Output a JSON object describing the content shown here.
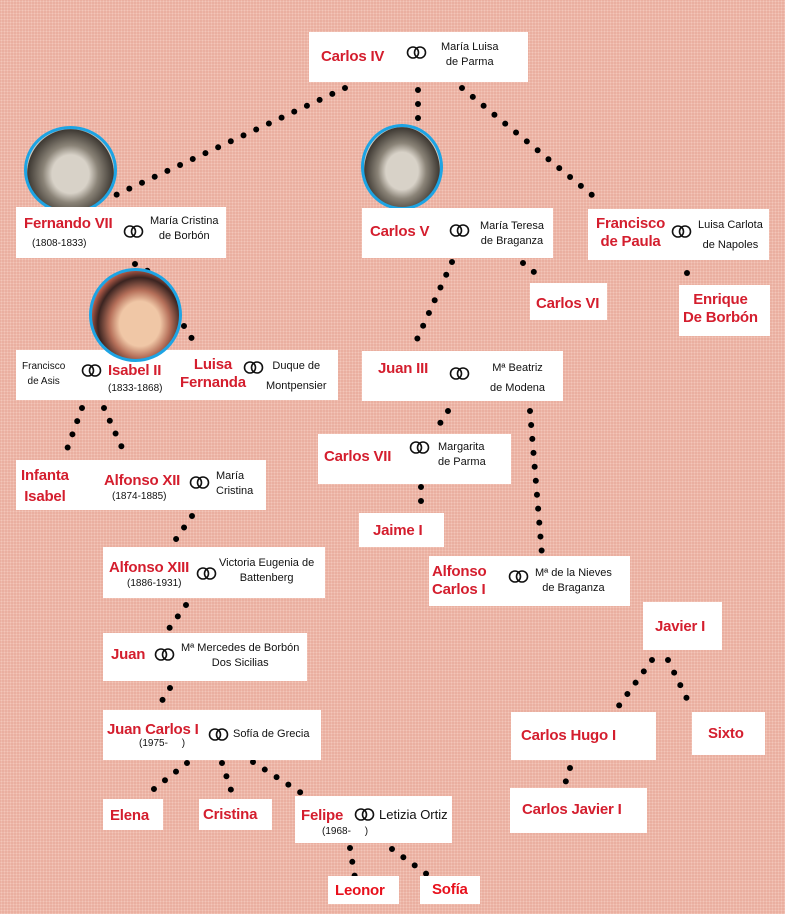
{
  "colors": {
    "name": "#d41e2e",
    "background": "#e9ad9e",
    "portrait_border": "#1da4e4"
  },
  "icon": "wedding-rings-icon",
  "carlos_iv": {
    "name": "Carlos IV",
    "spouse1": "María Luisa",
    "spouse2": "de Parma"
  },
  "fernando_vii": {
    "name": "Fernando VII",
    "dates": "(1808-1833)",
    "spouse1": "María Cristina",
    "spouse2": "de Borbón"
  },
  "carlos_v": {
    "name": "Carlos V",
    "spouse1": "María Teresa",
    "spouse2": "de Braganza"
  },
  "francisco_paula": {
    "name1": "Francisco",
    "name2": "de Paula",
    "spouse1": "Luisa Carlota",
    "spouse2": "de Napoles"
  },
  "carlos_vi": {
    "name": "Carlos VI"
  },
  "enrique": {
    "name1": "Enrique",
    "name2": "De Borbón"
  },
  "isabel_ii": {
    "spouse1": "Francisco",
    "spouse2": "de Asis",
    "name": "Isabel II",
    "dates": "(1833-1868)"
  },
  "luisa_fernanda": {
    "name1": "Luisa",
    "name2": "Fernanda",
    "spouse1": "Duque de",
    "spouse2": "Montpensier"
  },
  "juan_iii": {
    "name": "Juan III",
    "spouse1": "Mª Beatriz",
    "spouse2": "de Modena"
  },
  "carlos_vii": {
    "name": "Carlos VII",
    "spouse1": "Margarita",
    "spouse2": "de Parma"
  },
  "infanta_isabel": {
    "name1": "Infanta",
    "name2": "Isabel"
  },
  "alfonso_xii": {
    "name": "Alfonso XII",
    "dates": "(1874-1885)",
    "spouse1": "María",
    "spouse2": "Cristina"
  },
  "jaime_i": {
    "name": "Jaime I"
  },
  "alfonso_xiii": {
    "name": "Alfonso XIII",
    "dates": "(1886-1931)",
    "spouse1": "Victoria Eugenia de",
    "spouse2": "Battenberg"
  },
  "alfonso_carlos": {
    "name1": "Alfonso",
    "name2": "Carlos I",
    "spouse1": "Mª de la Nieves",
    "spouse2": "de Braganza"
  },
  "javier_i": {
    "name": "Javier I"
  },
  "juan": {
    "name": "Juan",
    "spouse1": "Mª Mercedes de Borbón",
    "spouse2": "Dos Sicilias"
  },
  "juan_carlos": {
    "name": "Juan Carlos I",
    "dates": "(1975-     )",
    "spouse": "Sofía de Grecia"
  },
  "carlos_hugo": {
    "name": "Carlos Hugo I"
  },
  "sixto": {
    "name": "Sixto"
  },
  "carlos_javier": {
    "name": "Carlos Javier I"
  },
  "elena": {
    "name": "Elena"
  },
  "cristina": {
    "name": "Cristina"
  },
  "felipe": {
    "name": "Felipe",
    "dates": "(1968-     )",
    "spouse": "Letizia Ortiz"
  },
  "leonor": {
    "name": "Leonor"
  },
  "sofia": {
    "name": "Sofía"
  }
}
